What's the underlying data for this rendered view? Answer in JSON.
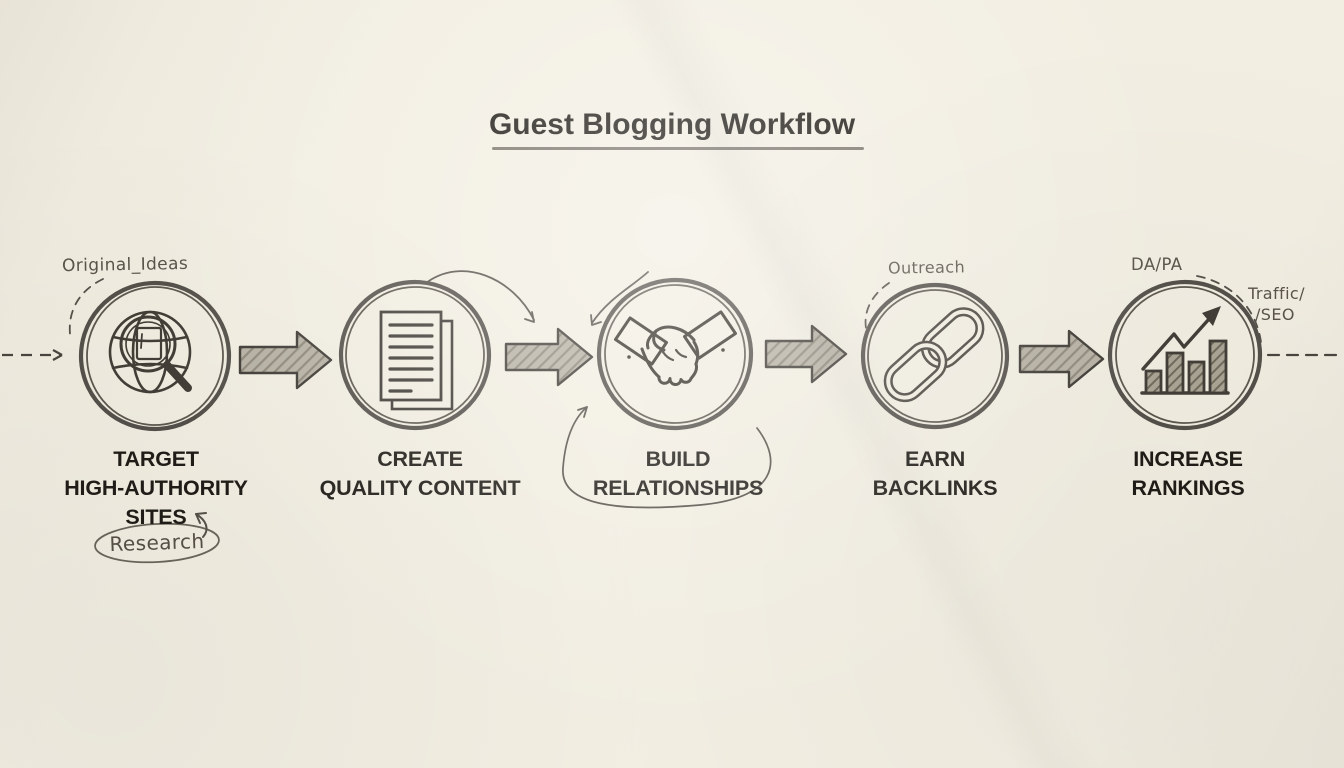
{
  "title": {
    "text": "Guest Blogging Workflow"
  },
  "colors": {
    "background": "#f2eee2",
    "ink": "#433e37",
    "label_text": "#201d18",
    "annotation_text": "#5a544a",
    "arrow_fill": "#b7b1a4"
  },
  "steps": [
    {
      "id": "target-sites",
      "icon": "globe-search-icon",
      "lines": [
        "TARGET",
        "HIGH-AUTHORITY",
        "SITES"
      ]
    },
    {
      "id": "create-content",
      "icon": "document-icon",
      "lines": [
        "CREATE",
        "QUALITY CONTENT"
      ]
    },
    {
      "id": "build-relationships",
      "icon": "handshake-icon",
      "lines": [
        "BUILD",
        "RELATIONSHIPS"
      ]
    },
    {
      "id": "earn-backlinks",
      "icon": "chain-link-icon",
      "lines": [
        "EARN",
        "BACKLINKS"
      ]
    },
    {
      "id": "increase-rankings",
      "icon": "bar-chart-icon",
      "lines": [
        "INCREASE",
        "RANKINGS"
      ]
    }
  ],
  "annotations": {
    "original_ideas": "Original_Ideas",
    "research": "Research",
    "outreach": "Outreach",
    "da_pa": "DA/PA",
    "traffic_line1": "Traffic/",
    "traffic_line2": "/SEO"
  }
}
